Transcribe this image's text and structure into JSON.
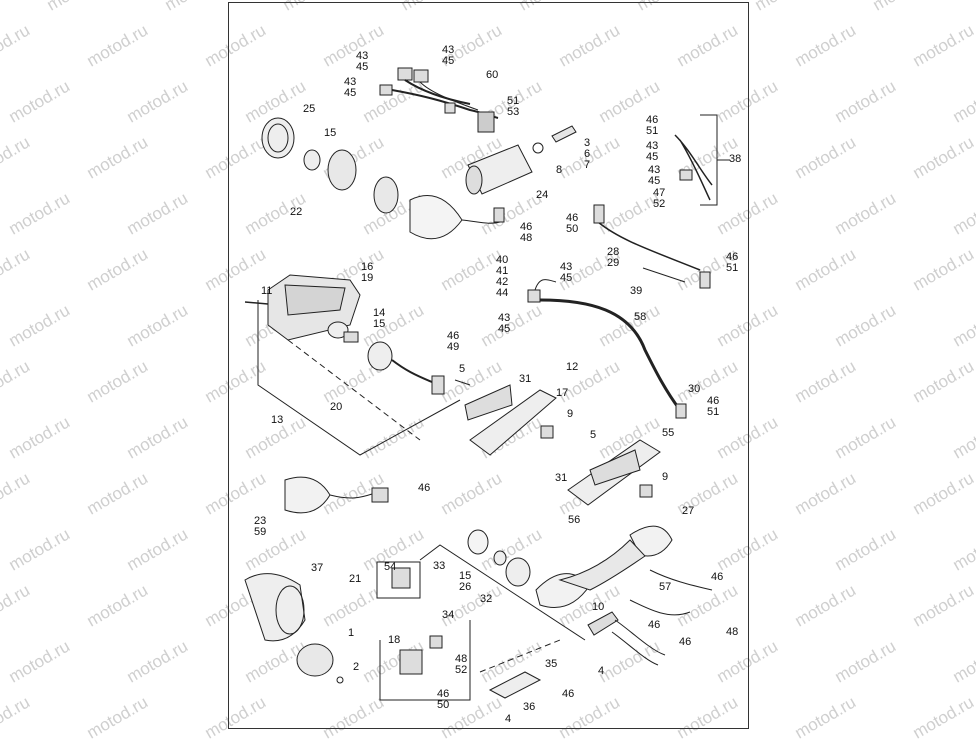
{
  "watermark": "motod.ru",
  "callouts": {
    "c1": "1",
    "c2": "2",
    "c3": "3",
    "c4a": "4",
    "c4b": "4",
    "c5a": "5",
    "c5b": "5",
    "c6": "6",
    "c7": "7",
    "c8": "8",
    "c9a": "9",
    "c9b": "9",
    "c10": "10",
    "c11": "11",
    "c12": "12",
    "c13": "13",
    "c14": "14",
    "c15a": "15",
    "c15b": "15",
    "c15c": "15",
    "c16": "16",
    "c17": "17",
    "c18": "18",
    "c19": "19",
    "c20": "20",
    "c21": "21",
    "c22": "22",
    "c23": "23",
    "c24": "24",
    "c25": "25",
    "c26": "26",
    "c27": "27",
    "c28": "28",
    "c29": "29",
    "c30": "30",
    "c31a": "31",
    "c31b": "31",
    "c32": "32",
    "c33": "33",
    "c34": "34",
    "c35": "35",
    "c36": "36",
    "c37": "37",
    "c38": "38",
    "c39": "39",
    "c46a": "46",
    "c46b": "46",
    "c46c": "46",
    "c46d": "46",
    "c46e": "46",
    "c46f": "46",
    "c46g": "46",
    "c46h": "46",
    "c48": "48",
    "c55": "55",
    "c56": "56",
    "c57": "57",
    "c58": "58",
    "c59": "59",
    "c60": "60",
    "c50a": "50",
    "c49": "49",
    "c51a": "51",
    "c53": "53",
    "c54": "54",
    "c52": "52"
  },
  "stacks": {
    "s4345a": [
      "43",
      "45"
    ],
    "s4345b": [
      "43",
      "45"
    ],
    "s4345c": [
      "43",
      "45"
    ],
    "s4345d": [
      "43",
      "45"
    ],
    "s4345e": [
      "43",
      "45"
    ],
    "s5153": [
      "51",
      "53"
    ],
    "s367": [
      "3",
      "6",
      "7"
    ],
    "s4648a": [
      "46",
      "48"
    ],
    "s4651a": [
      "46",
      "51"
    ],
    "s4345f": [
      "43",
      "45"
    ],
    "s4345g": [
      "43",
      "45"
    ],
    "s4752": [
      "47",
      "52"
    ],
    "s4650a": [
      "46",
      "50"
    ],
    "s2829": [
      "28",
      "29"
    ],
    "s4651b": [
      "46",
      "51"
    ],
    "s40414244": [
      "40",
      "41",
      "42",
      "44"
    ],
    "s1619": [
      "16",
      "19"
    ],
    "s1415": [
      "14",
      "15"
    ],
    "s4649": [
      "46",
      "49"
    ],
    "s4651c": [
      "46",
      "51"
    ],
    "s2359": [
      "23",
      "59"
    ],
    "s1526": [
      "15",
      "26"
    ],
    "s4852": [
      "48",
      "52"
    ],
    "s4650b": [
      "46",
      "50"
    ],
    "s3046": [
      "30"
    ]
  }
}
